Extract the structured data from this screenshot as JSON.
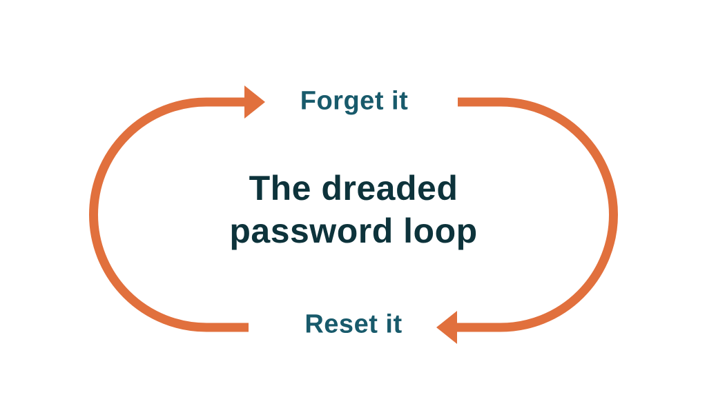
{
  "diagram": {
    "title_line1": "The dreaded",
    "title_line2": "password loop",
    "top_label": "Forget it",
    "bottom_label": "Reset it"
  },
  "colors": {
    "arrow_orange": "#e1703d",
    "label_teal": "#185a6b",
    "title_dark": "#0d333b",
    "background": "#ffffff"
  }
}
